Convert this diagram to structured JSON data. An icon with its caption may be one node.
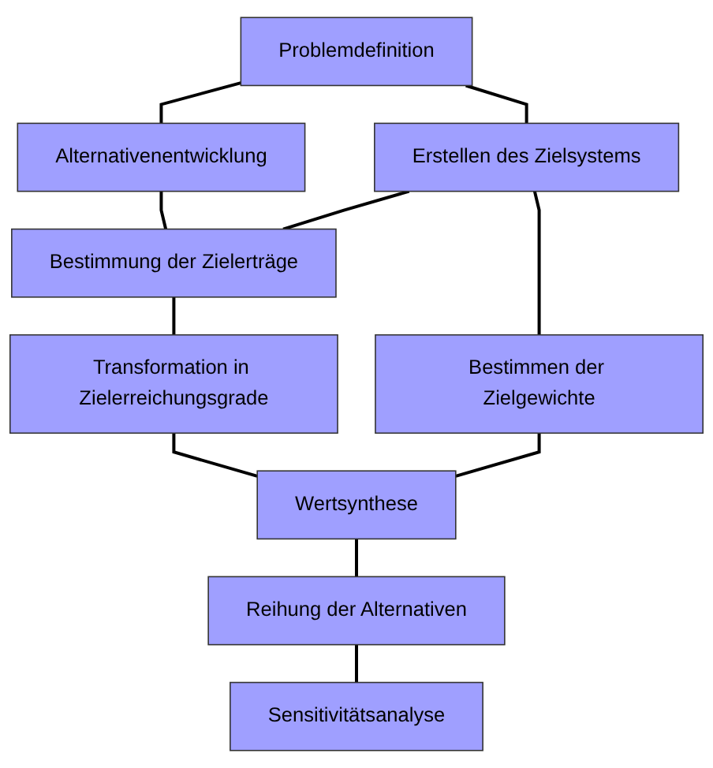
{
  "diagram": {
    "nodes": [
      {
        "text": [
          "Problemdefinition"
        ]
      },
      {
        "text": [
          "Alternativenentwicklung"
        ]
      },
      {
        "text": [
          "Erstellen des Zielsystems"
        ]
      },
      {
        "text": [
          "Bestimmen der Zielgewichte"
        ]
      },
      {
        "text": [
          "Bestimmung der Zielerträge"
        ]
      },
      {
        "text": [
          "Transformation in Zielerreichungsgrade"
        ]
      },
      {
        "text": [
          "Wertsynthese"
        ]
      },
      {
        "text": [
          "Reihung der Alternativen"
        ]
      },
      {
        "text": [
          "Sensitivitätsanalyse"
        ]
      }
    ],
    "edges": [
      {
        "from": 0,
        "to": 1,
        "arrow": "none"
      },
      {
        "from": 0,
        "to": 2,
        "arrow": "none"
      },
      {
        "from": 1,
        "to": 4,
        "arrow": "none"
      },
      {
        "from": 2,
        "to": 3,
        "arrow": "none"
      },
      {
        "from": 2,
        "to": 4,
        "arrow": "none"
      },
      {
        "from": 4,
        "to": 5,
        "arrow": "none"
      },
      {
        "from": 5,
        "to": 6,
        "arrow": "none"
      },
      {
        "from": 3,
        "to": 6,
        "arrow": "none"
      },
      {
        "from": 6,
        "to": 7,
        "arrow": "none"
      },
      {
        "from": 7,
        "to": 8,
        "arrow": "none"
      }
    ]
  }
}
